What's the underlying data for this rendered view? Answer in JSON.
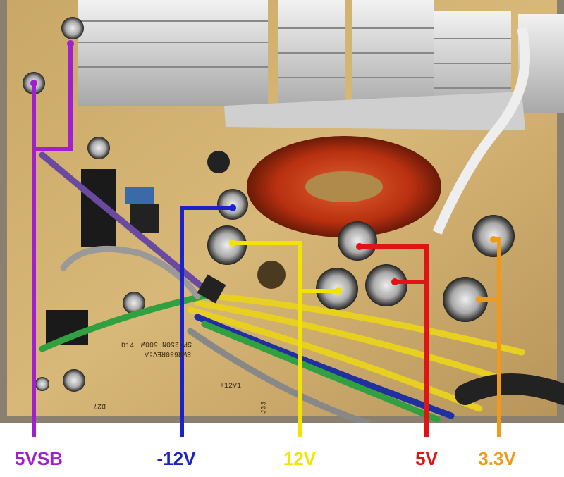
{
  "photo": {
    "board_markings": [
      "SP-250N 500W",
      "SWR680REV:A",
      "+12V1",
      "J33",
      "D14",
      "D27"
    ]
  },
  "rails": [
    {
      "id": "5vsb",
      "label": "5VSB",
      "color": "#a01fd0"
    },
    {
      "id": "minus12v",
      "label": "-12V",
      "color": "#1a22c8"
    },
    {
      "id": "12v",
      "label": "12V",
      "color": "#f2e300"
    },
    {
      "id": "5v",
      "label": "5V",
      "color": "#e01414"
    },
    {
      "id": "3v3",
      "label": "3.3V",
      "color": "#f09a1c"
    }
  ]
}
